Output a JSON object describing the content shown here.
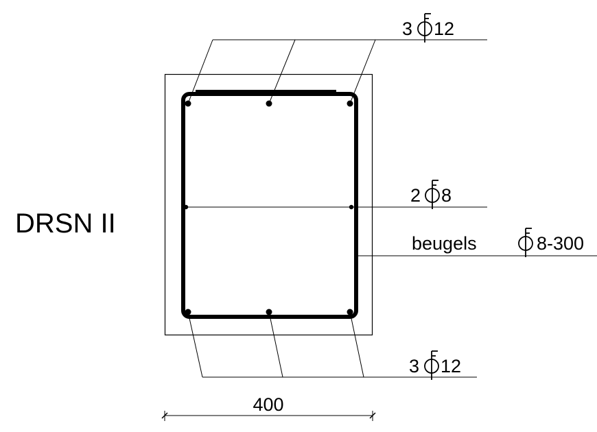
{
  "title": "DRSN II",
  "labels": {
    "top_bars": {
      "count": "3",
      "diameter": "12"
    },
    "side_bars": {
      "count": "2",
      "diameter": "8"
    },
    "stirrups": {
      "word": "beugels",
      "spec": "8-300"
    },
    "bottom_bars": {
      "count": "3",
      "diameter": "12"
    }
  },
  "dimension": {
    "width": "400"
  },
  "colors": {
    "ink": "#000000",
    "background": "#ffffff"
  },
  "icons": [
    "rebar-diameter-symbol"
  ]
}
